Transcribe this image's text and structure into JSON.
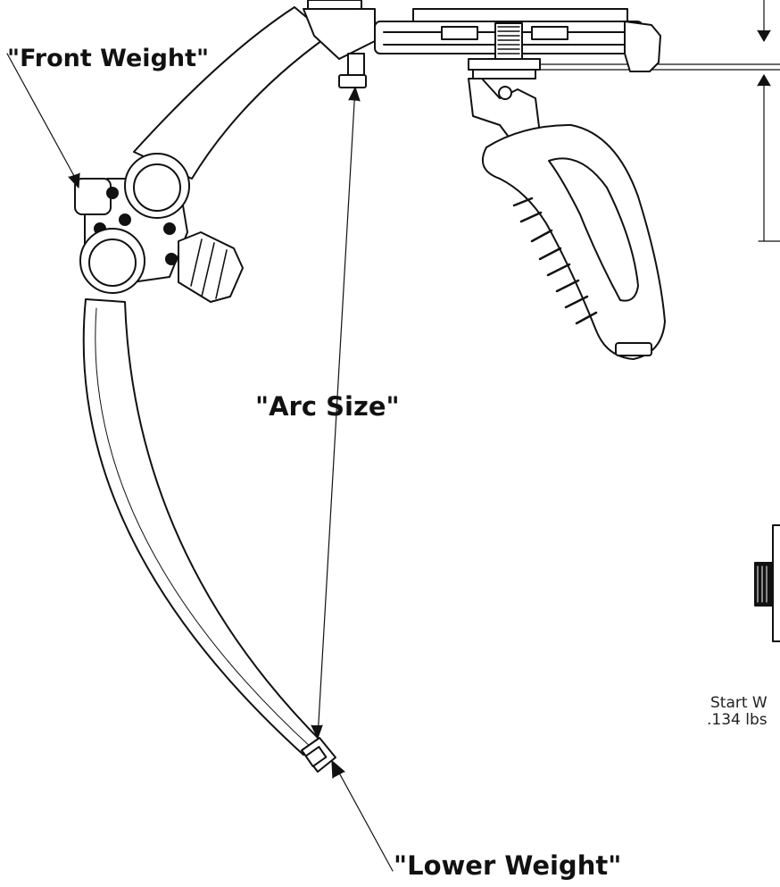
{
  "labels": {
    "front_weight": "\"Front Weight\"",
    "arc_size": "\"Arc Size\"",
    "lower_weight": "\"Lower Weight\""
  },
  "side_note": {
    "line1": "Start W",
    "line2": ".134 lbs"
  },
  "colors": {
    "ink": "#111111",
    "background": "#ffffff"
  }
}
